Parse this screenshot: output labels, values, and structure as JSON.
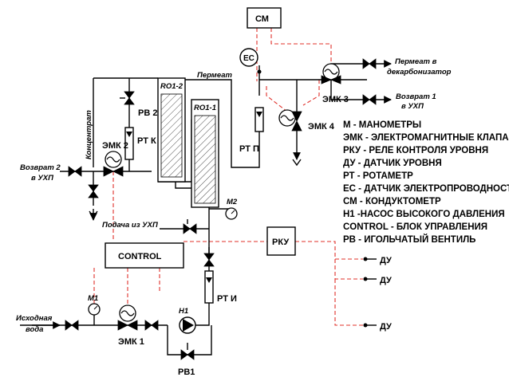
{
  "labels": {
    "cm": "СМ",
    "ec": "ЕС",
    "permeate_to": "Пермеат в",
    "decarbonizer": "декарбонизатор",
    "return1": "Возврат 1",
    "return1_to": "в УХП",
    "ro12": "RO1-2",
    "ro11": "RO1-1",
    "permeate": "Пермеат",
    "concentrate": "Концентрат",
    "pv2": "РВ 2",
    "rtk": "РТ К",
    "emk2": "ЭМК 2",
    "emk3": "ЭМК 3",
    "emk4": "ЭМК 4",
    "rtp": "РТ П",
    "return2": "Возврат 2",
    "return2_to": "в УХП",
    "m2": "М2",
    "feed_from": "Подача из УХП",
    "rku": "РКУ",
    "control": "CONTROL",
    "du1": "ДУ",
    "du2": "ДУ",
    "du3": "ДУ",
    "rti": "РТ И",
    "m1": "М1",
    "h1": "Н1",
    "source1": "Исходная",
    "source2": "вода",
    "emk1": "ЭМК 1",
    "pb1": "РВ1"
  },
  "legend": [
    "М - МАНОМЕТРЫ",
    "ЭМК - ЭЛЕКТРОМАГНИТНЫЕ КЛАПАНЫ",
    "РКУ - РЕЛЕ КОНТРОЛЯ УРОВНЯ",
    "ДУ - ДАТЧИК УРОВНЯ",
    "РТ - РОТАМЕТР",
    "ЕС - ДАТЧИК ЭЛЕКТРОПРОВОДНОСТИ",
    "СМ - КОНДУКТОМЕТР",
    "Н1 -НАСОС ВЫСОКОГО ДАВЛЕНИЯ",
    "CONTROL - БЛОК УПРАВЛЕНИЯ",
    "РВ - ИГОЛЬЧАТЫЙ ВЕНТИЛЬ"
  ],
  "colors": {
    "signal": "#e0302a",
    "pipe": "#000000"
  }
}
